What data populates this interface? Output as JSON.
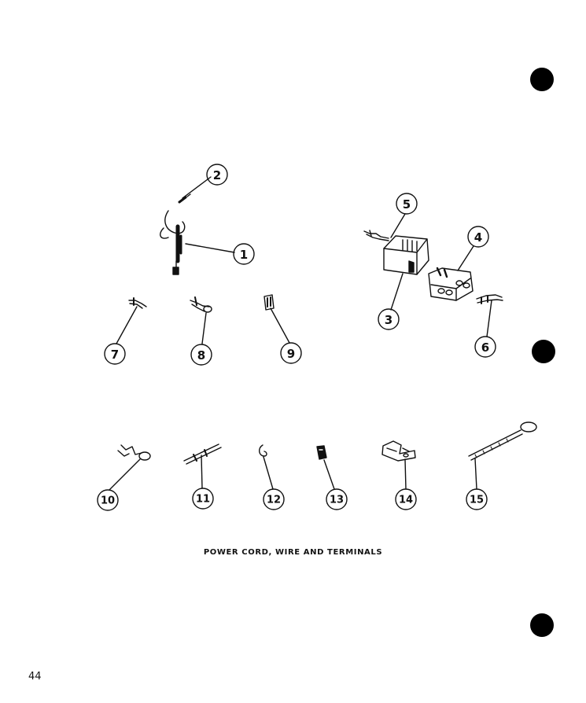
{
  "callouts": [
    "1",
    "2",
    "3",
    "4",
    "5",
    "6",
    "7",
    "8",
    "9",
    "10",
    "11",
    "12",
    "13",
    "14",
    "15"
  ],
  "caption": "POWER CORD, WIRE AND TERMINALS",
  "page_number": "44"
}
